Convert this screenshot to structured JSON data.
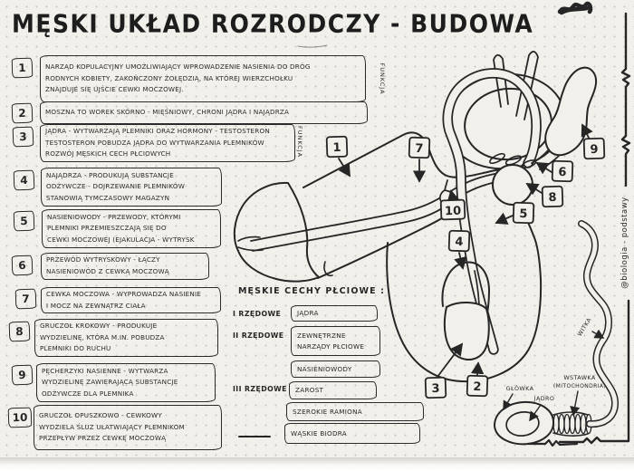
{
  "page": {
    "title": "MĘSKI UKŁAD ROZRODCZY - BUDOWA",
    "side_label": "FUNKCJA",
    "watermark": "@biologia - podstawy"
  },
  "colors": {
    "ink": "#262626",
    "paper": "#f2f0ea",
    "dots": "#c9c6be"
  },
  "definitions": [
    {
      "num": "1",
      "text": "NARZĄD KOPULACYJNY UMOŻLIWIAJĄCY WPROWADZENIE NASIENIA DO DRÓG\nRODNYCH KOBIETY, ZAKOŃCZONY ŻOŁĘDZIĄ, NA KTÓREJ WIERZCHOŁKU\nZNAJDUJE SIĘ UJŚCIE CEWKI MOCZOWEJ."
    },
    {
      "num": "2",
      "text": "MOSZNA TO WOREK SKÓRNO - MIĘŚNIOWY, CHRONI JĄDRA I NAJĄDRZA"
    },
    {
      "num": "3",
      "text": "JĄDRA - WYTWARZAJĄ PLEMNIKI ORAZ HORMONY - TESTOSTERON\nTESTOSTERON POBUDZA JĄDRA DO WYTWARZANIA PLEMNIKÓW\nROZWÓJ MĘSKICH CECH PŁCIOWYCH"
    },
    {
      "num": "4",
      "text": "NAJĄDRZA - PRODUKUJĄ SUBSTANCJE\nODŻYWCZE - DOJRZEWANIE PLEMNIKÓW\nSTANOWIĄ TYMCZASOWY MAGAZYN"
    },
    {
      "num": "5",
      "text": "NASIENIOWODY - PRZEWODY, KTÓRYMI\nPLEMNIKI PRZEMIESZCZAJĄ SIĘ DO\nCEWKI MOCZOWEJ (EJAKULACJA - WYTRYSK"
    },
    {
      "num": "6",
      "text": "PRZEWÓD WYTRYSKOWY - ŁĄCZY\nNASIENIOWÓD Z CEWKĄ MOCZOWĄ"
    },
    {
      "num": "7",
      "text": "CEWKA MOCZOWA - WYPROWADZA NASIENIE\nI MOCZ NA ZEWNĄTRZ CIAŁA"
    },
    {
      "num": "8",
      "text": "GRUCZOŁ KROKOWY - PRODUKUJE\nWYDZIELINĘ, KTÓRA M.IN. POBUDZA\nPLEMNIKI DO RUCHU"
    },
    {
      "num": "9",
      "text": "PĘCHERZYKI NASIENNE - WYTWARZA\nWYDZIELINĘ ZAWIERAJĄCĄ SUBSTANCJE\nODŻYWCZE DLA PLEMNIKA"
    },
    {
      "num": "10",
      "text": "GRUCZOŁ OPUSZKOWO - CEWKOWY\nWYDZIELA ŚLUZ UŁATWIAJĄCY PLEMNIKOM\nPRZEPŁYW PRZEZ CEWKĘ MOCZOWĄ"
    }
  ],
  "traits": {
    "header": "MĘSKIE CECHY PŁCIOWE :",
    "rows": [
      {
        "label": "I RZĘDOWE",
        "boxes": [
          "JĄDRA"
        ]
      },
      {
        "label": "II RZĘDOWE",
        "boxes": [
          "ZEWNĘTRZNE\nNARZĄDY PŁCIOWE",
          "NASIENIOWODY"
        ]
      },
      {
        "label": "III RZĘDOWE",
        "boxes": [
          "ZAROST",
          "SZEROKIE RAMIONA",
          "WĄSKIE BIODRA"
        ]
      }
    ]
  },
  "diagram": {
    "callouts": [
      {
        "n": "1"
      },
      {
        "n": "2"
      },
      {
        "n": "3"
      },
      {
        "n": "4"
      },
      {
        "n": "5"
      },
      {
        "n": "6"
      },
      {
        "n": "7"
      },
      {
        "n": "8"
      },
      {
        "n": "9"
      },
      {
        "n": "10"
      }
    ],
    "sperm": {
      "head": "GŁÓWKA",
      "nucleus": "JĄDRO",
      "midpiece": "WSTAWKA",
      "midpiece2": "(MITOCHONDRIA)",
      "tail": "WITKA"
    }
  }
}
